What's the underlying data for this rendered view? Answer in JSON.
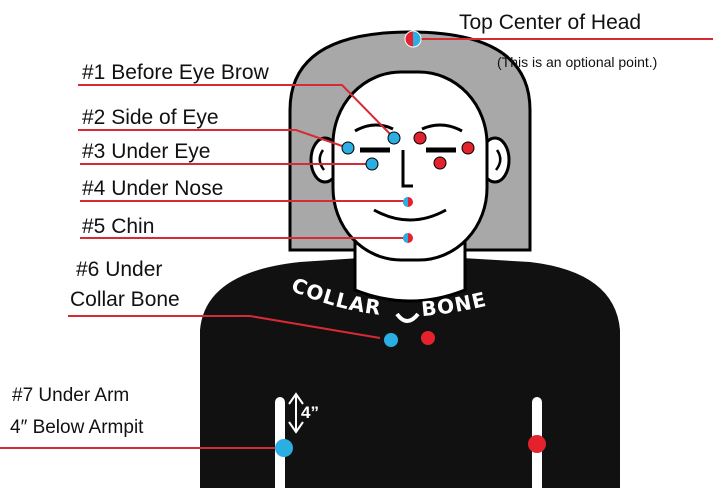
{
  "colors": {
    "hair": "#a8a8a8",
    "body": "#111111",
    "line": "#d62a35",
    "dot_blue": "#2aaee4",
    "dot_red": "#e3222e"
  },
  "labels": {
    "top_head": "Top Center of Head",
    "optional_note": "(This is an optional point.)",
    "p1": "#1 Before Eye Brow",
    "p2": "#2 Side of Eye",
    "p3": "#3 Under  Eye",
    "p4": "#4 Under Nose",
    "p5": "#5 Chin",
    "p6_line1": "#6  Under",
    "p6_line2": "Collar Bone",
    "p7_line1": "#7 Under Arm",
    "p7_line2": "4″ Below Armpit"
  },
  "body_text": {
    "collar_left": "COLLAR",
    "collar_right": "BONE",
    "four_inch": "4”"
  }
}
